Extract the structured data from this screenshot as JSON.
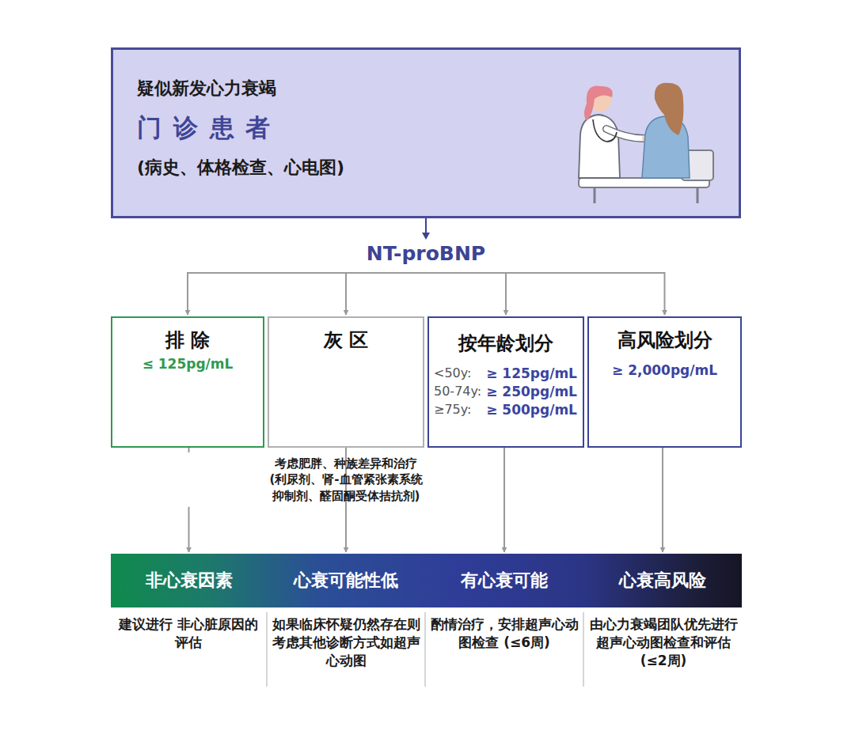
{
  "diagram": {
    "nodes": [
      {
        "text": [
          "疑似新发心力衰竭",
          "门 诊 患 者",
          "(病史、体格检查、心电图)"
        ]
      },
      {
        "text": [
          "排 除",
          "≤ 125pg/mL"
        ]
      },
      {
        "text": [
          "灰 区"
        ]
      },
      {
        "text": [
          "按年龄划分",
          "<50y:",
          "≥ 125pg/mL",
          "50-74y:",
          "≥ 250pg/mL",
          "≥75y:",
          "≥ 500pg/mL"
        ]
      },
      {
        "text": [
          "高风险划分",
          "≥ 2,000pg/mL"
        ]
      },
      {
        "text": [
          "非心衰因素"
        ]
      },
      {
        "text": [
          "心衰可能性低"
        ]
      },
      {
        "text": [
          "有心衰可能"
        ]
      },
      {
        "text": [
          "心衰高风险"
        ]
      }
    ],
    "edges": [
      {
        "from": 0,
        "to": 1,
        "arrow": "to"
      },
      {
        "from": 0,
        "to": 2,
        "arrow": "to"
      },
      {
        "from": 0,
        "to": 3,
        "arrow": "to"
      },
      {
        "from": 0,
        "to": 4,
        "arrow": "to"
      },
      {
        "from": 1,
        "to": 5,
        "arrow": "to"
      },
      {
        "from": 2,
        "to": 6,
        "arrow": "to"
      },
      {
        "from": 3,
        "to": 7,
        "arrow": "to"
      },
      {
        "from": 4,
        "to": 8,
        "arrow": "to"
      }
    ],
    "labels": [
      "NT-proBNP",
      "考虑肥胖、种族差异和治疗(利尿剂、肾-血管紧张素系统抑制剂、醛固酮受体拮抗剂)",
      "建议进行 非心脏原因的评估",
      "如果临床怀疑仍然存在则考虑其他诊断方式如超声心动图",
      "酌情治疗，安排超声心动图检查 (≤6周)",
      "由心力衰竭团队优先进行超声心动图检查和评估 (≤2周)"
    ]
  }
}
